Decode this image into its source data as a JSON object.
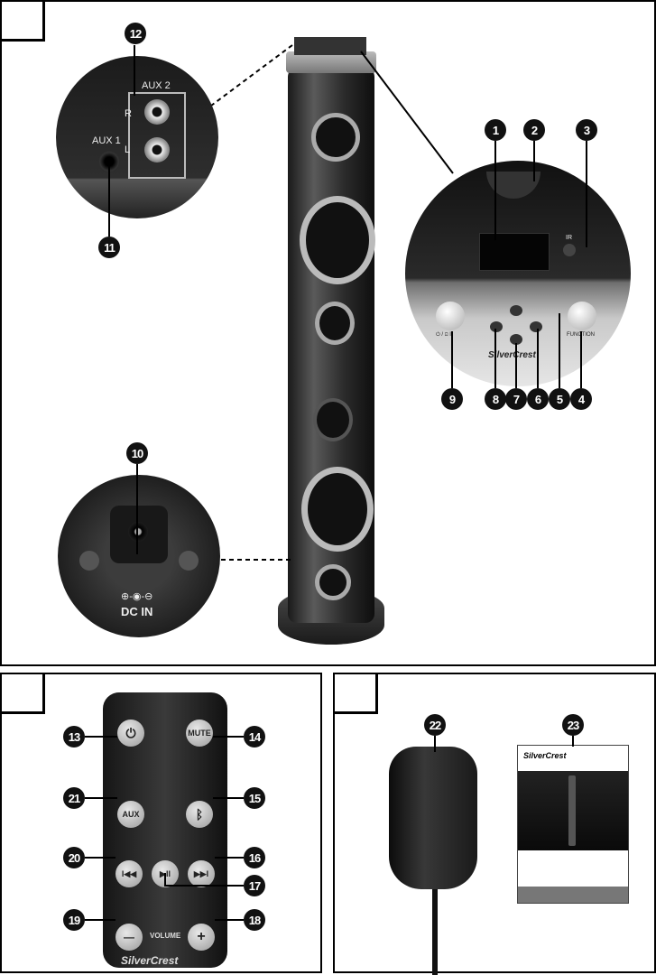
{
  "figures": {
    "fig1": {
      "number": ""
    },
    "fig2": {
      "number": ""
    },
    "fig3": {
      "number": ""
    }
  },
  "callouts": {
    "c1": "1",
    "c2": "2",
    "c3": "3",
    "c4": "4",
    "c5": "5",
    "c6": "6",
    "c7": "7",
    "c8": "8",
    "c9": "9",
    "c10": "10",
    "c11": "11",
    "c12": "12",
    "c13": "13",
    "c14": "14",
    "c15": "15",
    "c16": "16",
    "c17": "17",
    "c18": "18",
    "c19": "19",
    "c20": "20",
    "c21": "21",
    "c22": "22",
    "c23": "23"
  },
  "device_labels": {
    "aux2": "AUX 2",
    "aux_r": "R",
    "aux_l": "L",
    "aux1": "AUX 1",
    "dc_in": "DC IN",
    "power_label": "⏻ / ⊡ II",
    "function_label": "FUNCTION",
    "ir": "IR",
    "brand": "SilverCrest"
  },
  "remote": {
    "mute": "MUTE",
    "aux": "AUX",
    "volume": "VOLUME",
    "minus": "—",
    "plus": "+",
    "prev": "I◀◀",
    "playpause": "▶II",
    "next": "▶▶I",
    "bluetooth": "ᛒ",
    "power": "⏻",
    "brand": "SilverCrest"
  },
  "manual": {
    "brand": "SilverCrest"
  }
}
